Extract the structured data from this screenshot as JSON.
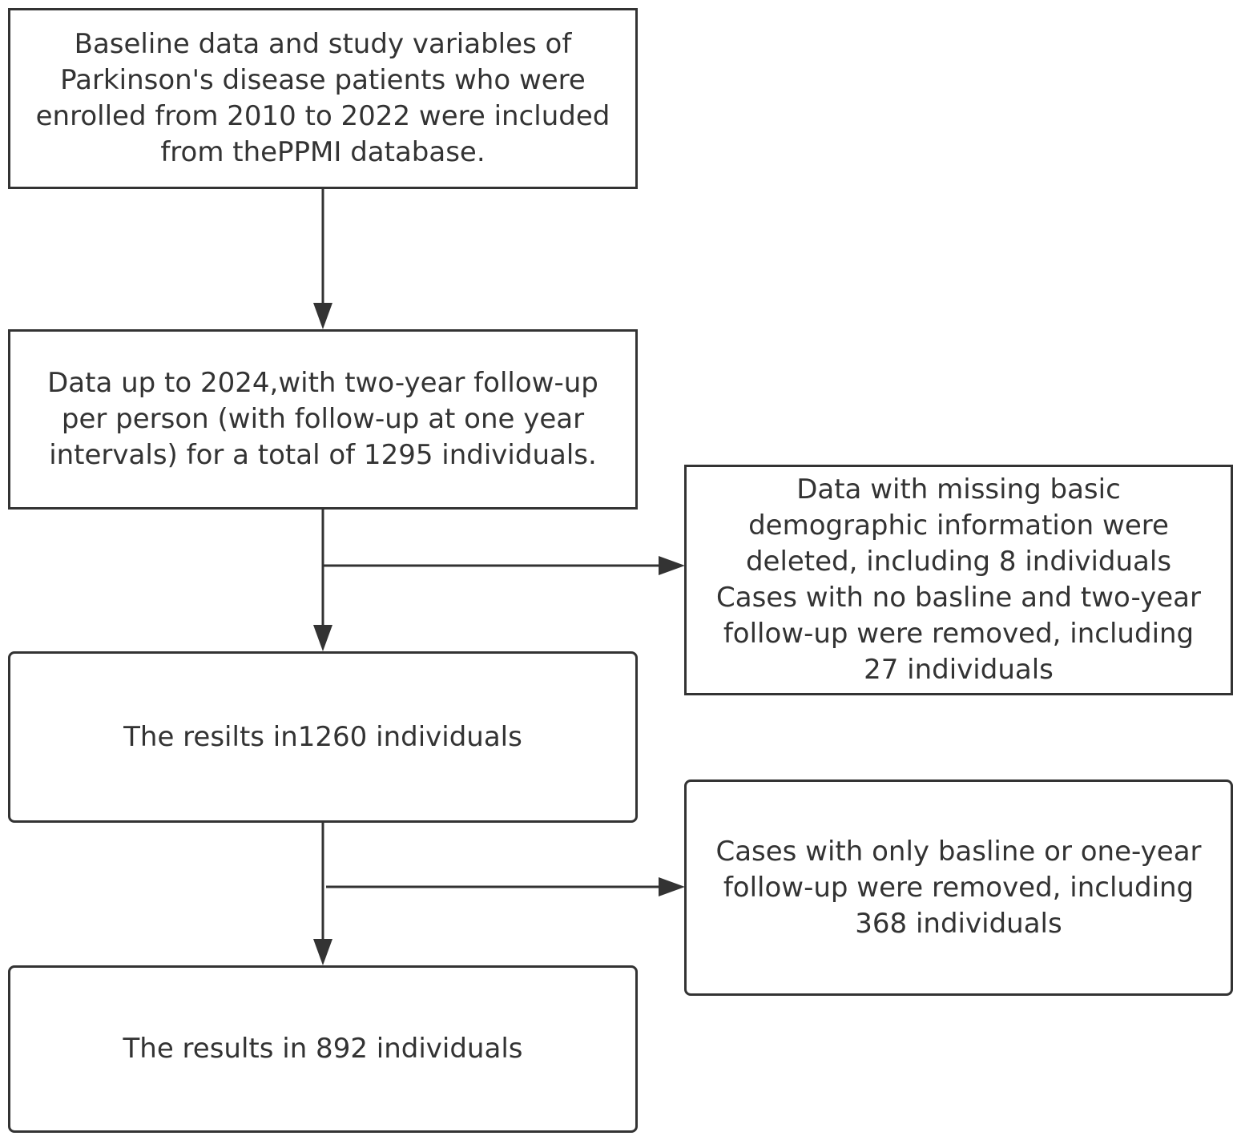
{
  "colors": {
    "stroke": "#333333",
    "text": "#333333",
    "background": "#ffffff"
  },
  "boxes": {
    "start": "Baseline data and study variables of\nParkinson's disease patients who were\nenrolled from 2010 to 2022 were included\nfrom thePPMI database.",
    "followup": "Data up to 2024,with two-year follow-up\nper person (with follow-up at one year\nintervals) for a total of 1295 individuals.",
    "exclusion1": "Data with missing basic\ndemographic information were\ndeleted, including 8 individuals\nCases with no basline and two-year\nfollow-up  were removed, including\n27 individuals",
    "result_1260": "The resilts in1260 individuals",
    "exclusion2": "Cases with only basline or one-year\nfollow-up  were removed, including\n368 individuals",
    "result_892": "The results in 892 individuals"
  }
}
